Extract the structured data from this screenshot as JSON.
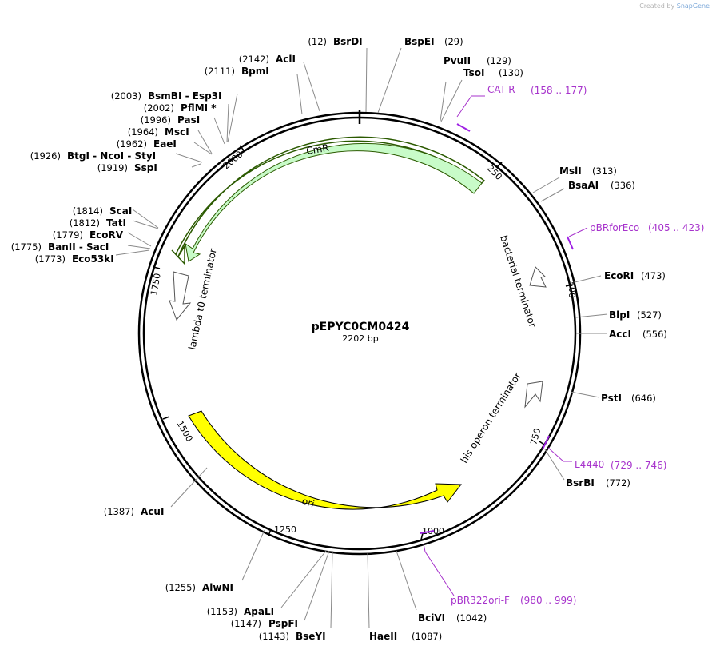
{
  "credit": {
    "prefix": "Created by",
    "brand": "SnapGene"
  },
  "plasmid": {
    "name": "pEPYC0CM0424",
    "size_label": "2202 bp",
    "length": 2202
  },
  "ticks": [
    "250",
    "500",
    "750",
    "1000",
    "1250",
    "1500",
    "1750",
    "2000"
  ],
  "features": [
    {
      "name": "CmR",
      "type": "CDS",
      "color": "#c8fbc8"
    },
    {
      "name": "ori",
      "type": "rep_origin",
      "color": "#ffff00"
    },
    {
      "name": "bacterial terminator",
      "type": "terminator"
    },
    {
      "name": "his operon terminator",
      "type": "terminator"
    },
    {
      "name": "lambda t0 terminator",
      "type": "terminator"
    }
  ],
  "primers": [
    {
      "name": "CAT-R",
      "range": "(158 .. 177)"
    },
    {
      "name": "pBRforEco",
      "range": "(405 .. 423)"
    },
    {
      "name": "L4440",
      "range": "(729 .. 746)"
    },
    {
      "name": "pBR322ori-F",
      "range": "(980 .. 999)"
    }
  ],
  "enzymes": [
    {
      "name": "BsrDI",
      "pos": "(12)"
    },
    {
      "name": "BspEI",
      "pos": "(29)"
    },
    {
      "name": "PvuII",
      "pos": "(129)"
    },
    {
      "name": "TsoI",
      "pos": "(130)"
    },
    {
      "name": "MslI",
      "pos": "(313)"
    },
    {
      "name": "BsaAI",
      "pos": "(336)"
    },
    {
      "name": "EcoRI",
      "pos": "(473)"
    },
    {
      "name": "BlpI",
      "pos": "(527)"
    },
    {
      "name": "AccI",
      "pos": "(556)"
    },
    {
      "name": "PstI",
      "pos": "(646)"
    },
    {
      "name": "BsrBI",
      "pos": "(772)"
    },
    {
      "name": "BciVI",
      "pos": "(1042)"
    },
    {
      "name": "HaeII",
      "pos": "(1087)"
    },
    {
      "name": "BseYI",
      "pos": "(1143)"
    },
    {
      "name": "PspFI",
      "pos": "(1147)"
    },
    {
      "name": "ApaLI",
      "pos": "(1153)"
    },
    {
      "name": "AlwNI",
      "pos": "(1255)"
    },
    {
      "name": "AcuI",
      "pos": "(1387)"
    },
    {
      "name": "Eco53kI",
      "pos": "(1773)"
    },
    {
      "name": "BanII - SacI",
      "pos": "(1775)"
    },
    {
      "name": "EcoRV",
      "pos": "(1779)"
    },
    {
      "name": "TatI",
      "pos": "(1812)"
    },
    {
      "name": "ScaI",
      "pos": "(1814)"
    },
    {
      "name": "SspI",
      "pos": "(1919)"
    },
    {
      "name": "BtgI - NcoI - StyI",
      "pos": "(1926)"
    },
    {
      "name": "EaeI",
      "pos": "(1962)"
    },
    {
      "name": "MscI",
      "pos": "(1964)"
    },
    {
      "name": "PasI",
      "pos": "(1996)"
    },
    {
      "name": "PflMI *",
      "pos": "(2002)"
    },
    {
      "name": "BsmBI - Esp3I",
      "pos": "(2003)"
    },
    {
      "name": "BpmI",
      "pos": "(2111)"
    },
    {
      "name": "AclI",
      "pos": "(2142)"
    }
  ]
}
